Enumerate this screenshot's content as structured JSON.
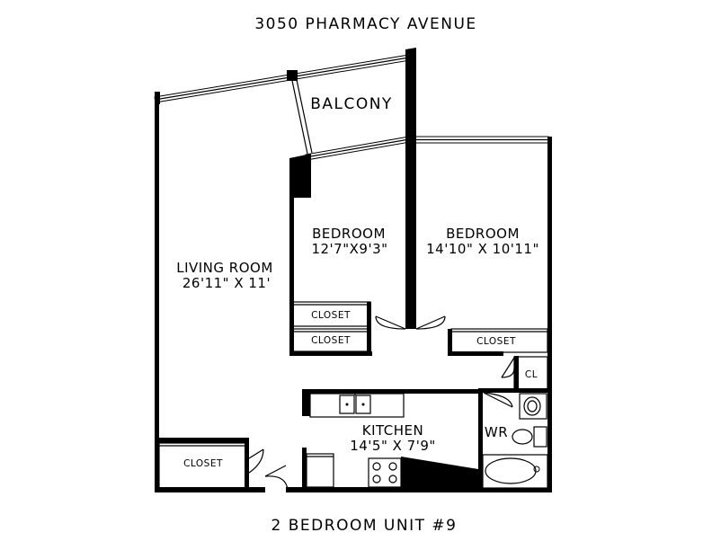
{
  "header": {
    "address": "3050 PHARMACY AVENUE"
  },
  "footer": {
    "unit": "2 BEDROOM UNIT #9"
  },
  "rooms": {
    "balcony": {
      "name": "BALCONY"
    },
    "living": {
      "name": "LIVING ROOM",
      "size": "26'11\"  X 11'"
    },
    "bedroom1": {
      "name": "BEDROOM",
      "size": "12'7\"X9'3\""
    },
    "bedroom2": {
      "name": "BEDROOM",
      "size": "14'10\"  X  10'11\""
    },
    "kitchen": {
      "name": "KITCHEN",
      "size": "14'5\"  X  7'9\""
    },
    "washroom": {
      "name": "WR"
    },
    "cl": {
      "name": "CL"
    }
  },
  "closets": {
    "bed1_top": "CLOSET",
    "bed1_bottom": "CLOSET",
    "bed2": "CLOSET",
    "entry": "CLOSET"
  }
}
